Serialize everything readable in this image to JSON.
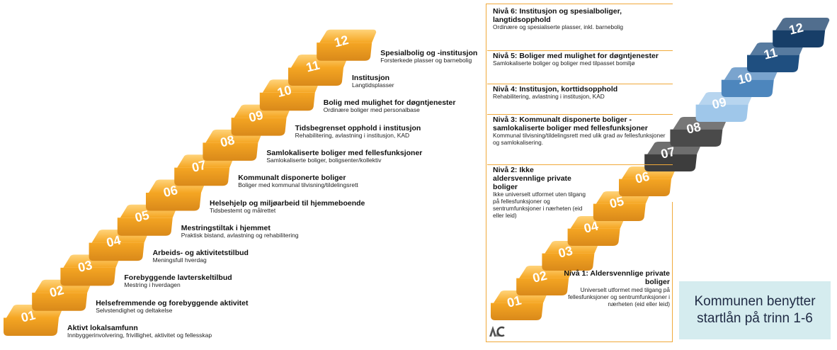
{
  "left_staircase": {
    "steps": [
      {
        "num": "01",
        "title": "Aktivt lokalsamfunn",
        "sub": "Innbyggerinvolvering, frivillighet, aktivitet og fellesskap"
      },
      {
        "num": "02",
        "title": "Helsefremmende og forebyggende aktivitet",
        "sub": "Selvstendighet og deltakelse"
      },
      {
        "num": "03",
        "title": "Forebyggende lavterskeltilbud",
        "sub": "Mestring i hverdagen"
      },
      {
        "num": "04",
        "title": "Arbeids- og aktivitetstilbud",
        "sub": "Meningsfull hverdag"
      },
      {
        "num": "05",
        "title": "Mestringstiltak i hjemmet",
        "sub": "Praktisk bistand, avlastning og rehabilitering"
      },
      {
        "num": "06",
        "title": "Helsehjelp og miljøarbeid til hjemmeboende",
        "sub": "Tidsbestemt og målrettet"
      },
      {
        "num": "07",
        "title": "Kommunalt disponerte boliger",
        "sub": "Boliger med kommunal tilvisning/tildelingsrett"
      },
      {
        "num": "08",
        "title": "Samlokaliserte boliger med fellesfunksjoner",
        "sub": "Samlokaliserte boliger, boligsenter/kollektiv"
      },
      {
        "num": "09",
        "title": "Tidsbegrenset opphold i institusjon",
        "sub": "Rehabilitering, avlastning i institusjon, KAD"
      },
      {
        "num": "10",
        "title": "Bolig med mulighet for døgntjenester",
        "sub": "Ordinære boliger med personalbase"
      },
      {
        "num": "11",
        "title": "Institusjon",
        "sub": "Langtidsplasser"
      },
      {
        "num": "12",
        "title": "Spesialbolig og -institusjon",
        "sub": "Forsterkede plasser og barnebolig"
      }
    ]
  },
  "right_staircase": {
    "steps": [
      {
        "num": "01",
        "color": "#f5a623"
      },
      {
        "num": "02",
        "color": "#f5a623"
      },
      {
        "num": "03",
        "color": "#f5a623"
      },
      {
        "num": "04",
        "color": "#f5a623"
      },
      {
        "num": "05",
        "color": "#f5a623"
      },
      {
        "num": "06",
        "color": "#f5a623"
      },
      {
        "num": "07",
        "color": "#3d3d3d"
      },
      {
        "num": "08",
        "color": "#4a4a4a"
      },
      {
        "num": "09",
        "color": "#9fc7ea"
      },
      {
        "num": "10",
        "color": "#4d86bd"
      },
      {
        "num": "11",
        "color": "#1f4f80"
      },
      {
        "num": "12",
        "color": "#173e68"
      }
    ],
    "levels": [
      {
        "title": "Nivå 6: Institusjon og spesialboliger, langtidsopphold",
        "sub": "Ordinære og spesialiserte plasser, inkl. barnebolig"
      },
      {
        "title": "Nivå 5: Boliger med mulighet for døgntjenester",
        "sub": "Samlokaliserte boliger og boliger med tilpasset bomiljø"
      },
      {
        "title": "Nivå 4: Institusjon, korttidsopphold",
        "sub": "Rehabilitering, avlastning i institusjon, KAD"
      },
      {
        "title": "Nivå 3: Kommunalt disponerte boliger - samlokaliserte boliger med fellesfunksjoner",
        "sub": "Kommunal tilvisning/tildelingsrett med ulik grad av fellesfunksjoner og samlokalisering."
      },
      {
        "title": "Nivå 2: Ikke aldersvennlige private boliger",
        "sub": "Ikke universelt utformet uten tilgang på fellesfunksjoner og sentrumfunksjoner i nærheten (eid eller leid)"
      }
    ],
    "level_1": {
      "title": "Nivå 1: Aldersvennlige private boliger",
      "sub": "Universelt utformet med tilgang på fellesfunksjoner og sentrumfunksjoner i nærheten (eid eller leid)"
    }
  },
  "note": "Kommunen benytter startlån på trinn 1-6",
  "colors": {
    "step_orange": "#f5a623",
    "step_orange_side": "#d9891a",
    "frame_orange": "#f0a93a",
    "note_bg": "#d5ecef"
  }
}
